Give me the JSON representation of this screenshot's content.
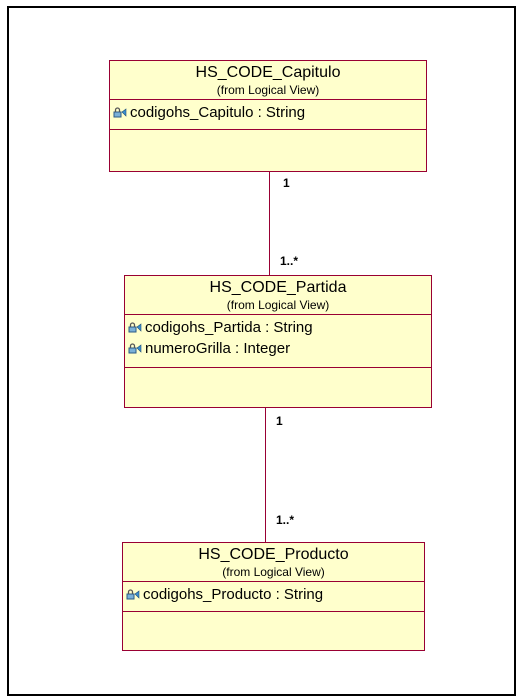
{
  "classes": [
    {
      "name": "HS_CODE_Capitulo",
      "stereotype": "(from Logical View)",
      "attributes": [
        {
          "text": "codigohs_Capitulo : String",
          "icon": "private-attribute-icon"
        }
      ]
    },
    {
      "name": "HS_CODE_Partida",
      "stereotype": "(from Logical View)",
      "attributes": [
        {
          "text": "codigohs_Partida : String",
          "icon": "private-attribute-icon"
        },
        {
          "text": "numeroGrilla : Integer",
          "icon": "private-attribute-icon"
        }
      ]
    },
    {
      "name": "HS_CODE_Producto",
      "stereotype": "(from Logical View)",
      "attributes": [
        {
          "text": "codigohs_Producto : String",
          "icon": "private-attribute-icon"
        }
      ]
    }
  ],
  "associations": [
    {
      "from": "HS_CODE_Capitulo",
      "to": "HS_CODE_Partida",
      "source_multiplicity": "1",
      "target_multiplicity": "1..*"
    },
    {
      "from": "HS_CODE_Partida",
      "to": "HS_CODE_Producto",
      "source_multiplicity": "1",
      "target_multiplicity": "1..*"
    }
  ],
  "colors": {
    "class_fill": "#ffffcc",
    "class_border": "#990033",
    "line": "#990033"
  }
}
